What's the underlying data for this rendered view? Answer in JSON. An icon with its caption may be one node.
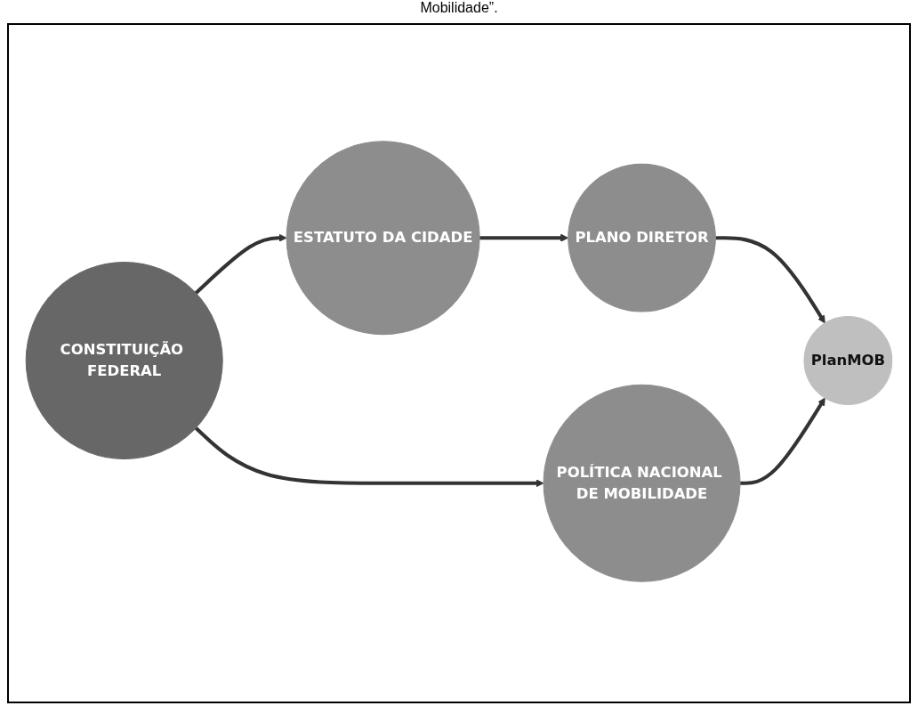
{
  "diagram": {
    "nodes": [
      {
        "text": [
          "CONSTITUIÇÃO FEDERAL"
        ]
      },
      {
        "text": [
          "ESTATUTO DA CIDADE"
        ]
      },
      {
        "text": [
          "PLANO DIRETOR"
        ]
      },
      {
        "text": [
          "POLÍTICA NACIONAL DE MOBILIDADE"
        ]
      },
      {
        "text": [
          "PlanMOB"
        ]
      }
    ],
    "edges": [
      {
        "from": 0,
        "to": 1,
        "arrow": "to"
      },
      {
        "from": 1,
        "to": 2,
        "arrow": "to"
      },
      {
        "from": 2,
        "to": 4,
        "arrow": "to"
      },
      {
        "from": 0,
        "to": 3,
        "arrow": "to"
      },
      {
        "from": 3,
        "to": 4,
        "arrow": "to"
      }
    ],
    "labels": [
      "Mobilidade”."
    ]
  }
}
